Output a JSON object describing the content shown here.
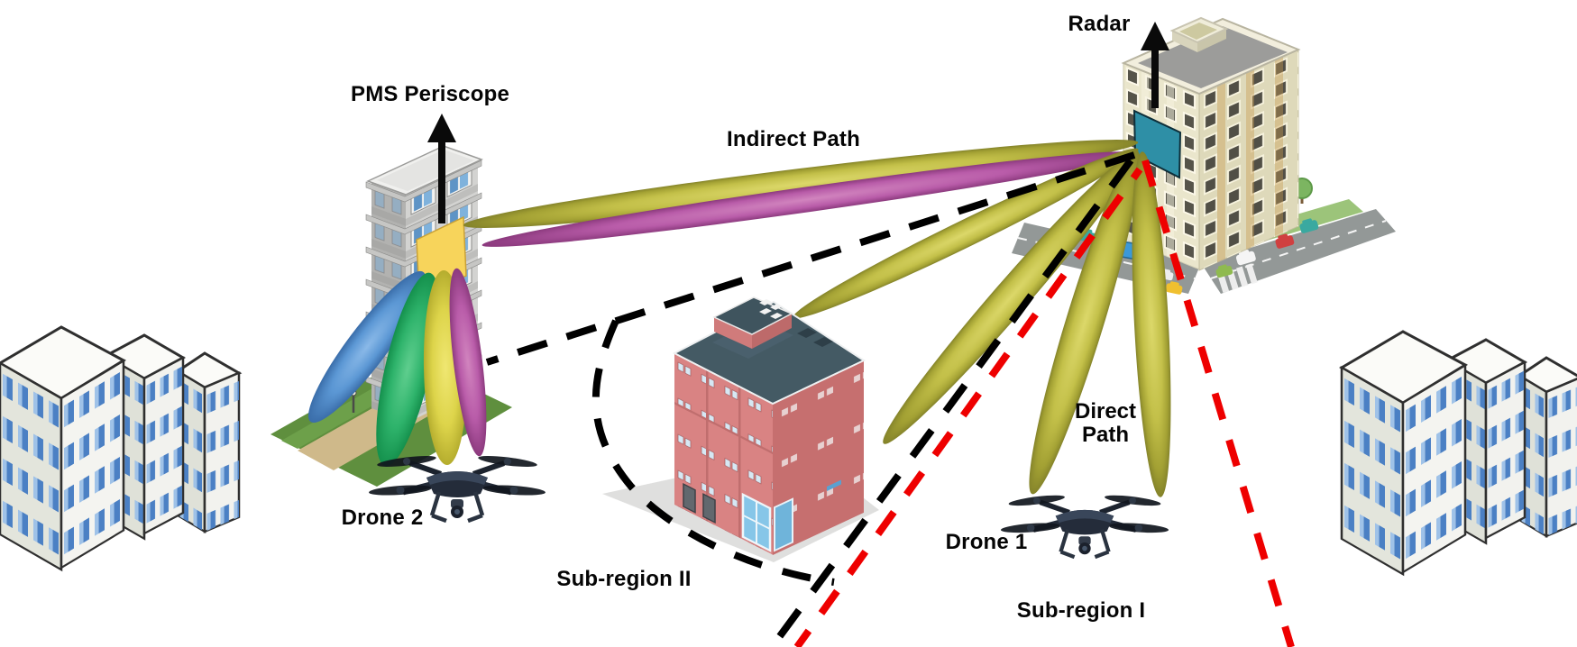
{
  "diagram": {
    "title": "PMS periscope radar drone detection scenario",
    "labels": {
      "pms_periscope": "PMS Periscope",
      "radar": "Radar",
      "indirect_path": "Indirect Path",
      "direct_path_line1": "Direct",
      "direct_path_line2": "Path",
      "drone_1": "Drone 1",
      "drone_2": "Drone 2",
      "sub_region_1": "Sub-region I",
      "sub_region_2": "Sub-region II"
    },
    "icons": {
      "pms_arrow": "up-arrow",
      "radar_arrow": "up-arrow"
    },
    "colors": {
      "beam_olive": "#c3c049",
      "beam_magenta": "#b95ca9",
      "beam_blue": "#5b97d4",
      "beam_green": "#2eb36b",
      "beam_yellow": "#ddd44a",
      "pms_panel_yellow": "#f7d45b",
      "radar_panel_teal": "#2f8fa6",
      "boundary_black": "#000000",
      "boundary_red": "#ee0000",
      "label_text": "#050505"
    }
  }
}
